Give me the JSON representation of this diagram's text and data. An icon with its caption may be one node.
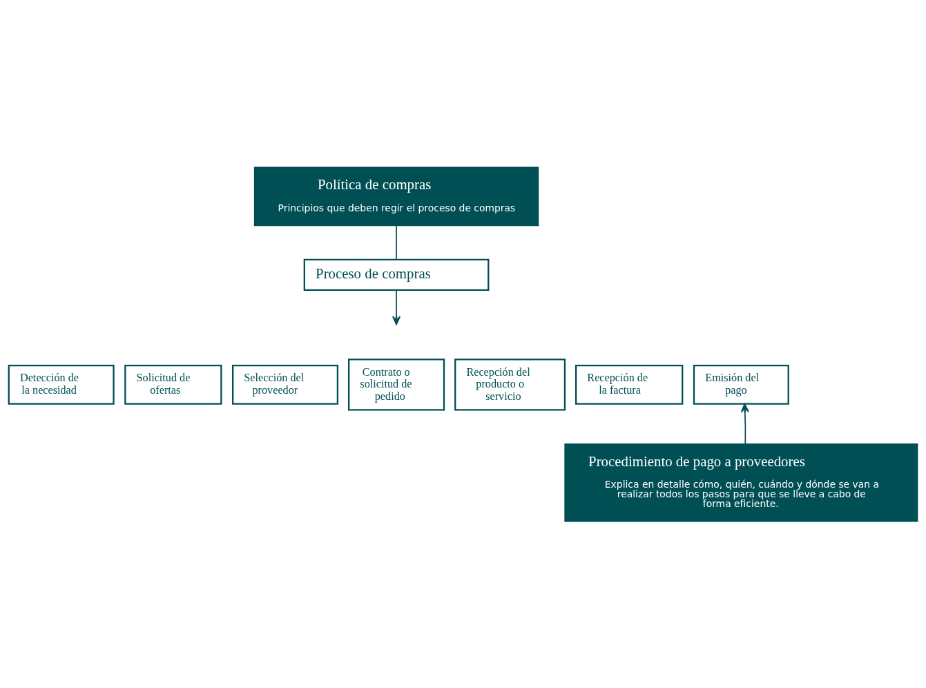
{
  "diagram": {
    "nodes": [
      {
        "text": [
          "Política de compras",
          "Principios que deben regir el proceso de compras"
        ]
      },
      {
        "text": [
          "Proceso de compras"
        ]
      },
      {
        "text": [
          "Detección de la necesidad"
        ]
      },
      {
        "text": [
          "Solicitud de ofertas"
        ]
      },
      {
        "text": [
          "Selección del proveedor"
        ]
      },
      {
        "text": [
          "Contrato o solicitud de pedido"
        ]
      },
      {
        "text": [
          "Recepción del producto o servicio"
        ]
      },
      {
        "text": [
          "Recepción de la factura"
        ]
      },
      {
        "text": [
          "Emisión del pago"
        ]
      },
      {
        "text": [
          "Procedimiento de pago a proveedores",
          "Explica en detalle cómo, quién, cuándo y dónde se van a realizar todos los pasos para que se lleve a cabo de forma eficiente."
        ]
      }
    ],
    "edges": [
      {
        "from": 0,
        "to": 1,
        "arrow": "none"
      },
      {
        "from": 1,
        "to": null,
        "arrow": "to"
      },
      {
        "from": 9,
        "to": 8,
        "arrow": "to"
      }
    ]
  }
}
